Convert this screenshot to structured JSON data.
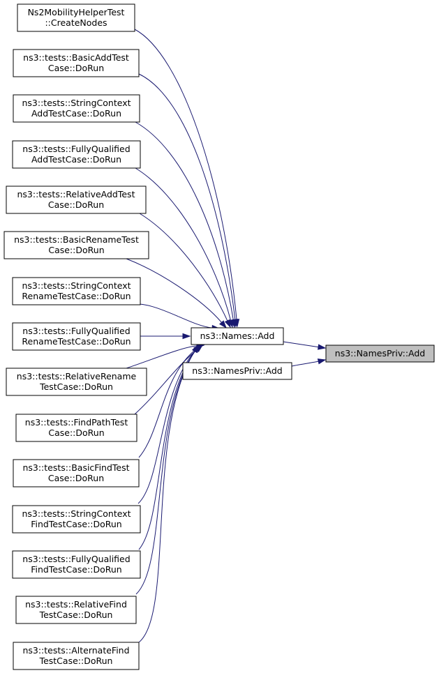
{
  "graph": {
    "arrow_color": "#191970",
    "highlight_fill": "#bfbfbf",
    "nodes": [
      {
        "id": "n0",
        "lines": [
          "Ns2MobilityHelperTest",
          "::CreateNodes"
        ]
      },
      {
        "id": "n1",
        "lines": [
          "ns3::tests::BasicAddTest",
          "Case::DoRun"
        ]
      },
      {
        "id": "n2",
        "lines": [
          "ns3::tests::StringContext",
          "AddTestCase::DoRun"
        ]
      },
      {
        "id": "n3",
        "lines": [
          "ns3::tests::FullyQualified",
          "AddTestCase::DoRun"
        ]
      },
      {
        "id": "n4",
        "lines": [
          "ns3::tests::RelativeAddTest",
          "Case::DoRun"
        ]
      },
      {
        "id": "n5",
        "lines": [
          "ns3::tests::BasicRenameTest",
          "Case::DoRun"
        ]
      },
      {
        "id": "n6",
        "lines": [
          "ns3::tests::StringContext",
          "RenameTestCase::DoRun"
        ]
      },
      {
        "id": "n7",
        "lines": [
          "ns3::tests::FullyQualified",
          "RenameTestCase::DoRun"
        ]
      },
      {
        "id": "n8",
        "lines": [
          "ns3::tests::RelativeRename",
          "TestCase::DoRun"
        ]
      },
      {
        "id": "n9",
        "lines": [
          "ns3::tests::FindPathTest",
          "Case::DoRun"
        ]
      },
      {
        "id": "n10",
        "lines": [
          "ns3::tests::BasicFindTest",
          "Case::DoRun"
        ]
      },
      {
        "id": "n11",
        "lines": [
          "ns3::tests::StringContext",
          "FindTestCase::DoRun"
        ]
      },
      {
        "id": "n12",
        "lines": [
          "ns3::tests::FullyQualified",
          "FindTestCase::DoRun"
        ]
      },
      {
        "id": "n13",
        "lines": [
          "ns3::tests::RelativeFind",
          "TestCase::DoRun"
        ]
      },
      {
        "id": "n14",
        "lines": [
          "ns3::tests::AlternateFind",
          "TestCase::DoRun"
        ]
      },
      {
        "id": "names-add",
        "lines": [
          "ns3::Names::Add"
        ]
      },
      {
        "id": "namespriv-add-caller",
        "lines": [
          "ns3::NamesPriv::Add"
        ]
      },
      {
        "id": "namespriv-add-target",
        "lines": [
          "ns3::NamesPriv::Add"
        ],
        "highlight": true
      }
    ],
    "edges": [
      {
        "from": "n0",
        "to": "names-add"
      },
      {
        "from": "n1",
        "to": "names-add"
      },
      {
        "from": "n2",
        "to": "names-add"
      },
      {
        "from": "n3",
        "to": "names-add"
      },
      {
        "from": "n4",
        "to": "names-add"
      },
      {
        "from": "n5",
        "to": "names-add"
      },
      {
        "from": "n6",
        "to": "names-add"
      },
      {
        "from": "n7",
        "to": "names-add"
      },
      {
        "from": "n8",
        "to": "names-add"
      },
      {
        "from": "n9",
        "to": "names-add"
      },
      {
        "from": "n10",
        "to": "names-add"
      },
      {
        "from": "n11",
        "to": "names-add"
      },
      {
        "from": "n12",
        "to": "names-add"
      },
      {
        "from": "n13",
        "to": "names-add"
      },
      {
        "from": "n14",
        "to": "names-add"
      },
      {
        "from": "names-add",
        "to": "namespriv-add-target"
      },
      {
        "from": "namespriv-add-caller",
        "to": "namespriv-add-target"
      }
    ]
  }
}
